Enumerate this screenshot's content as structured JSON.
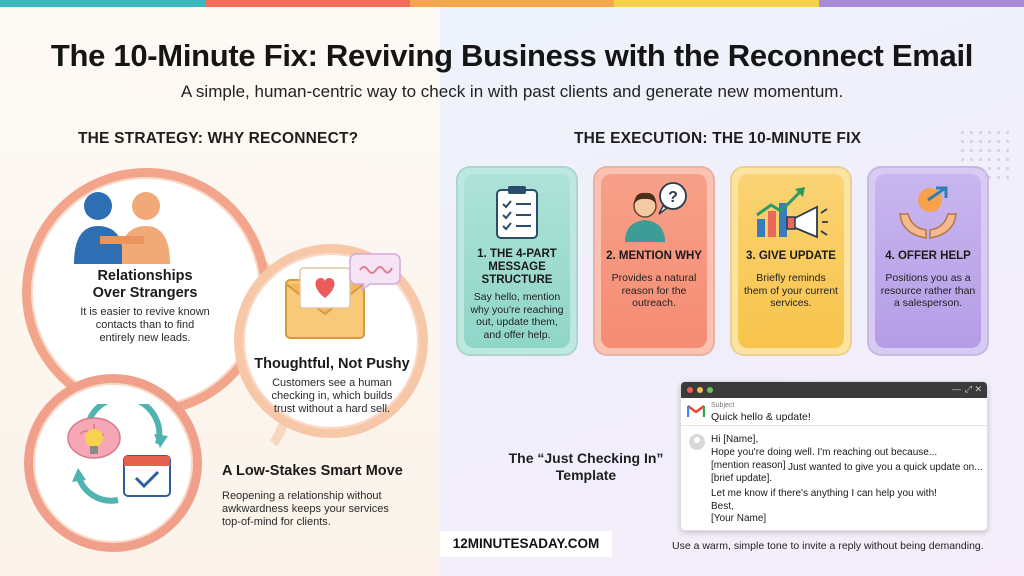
{
  "header": {
    "title": "The 10-Minute Fix: Reviving Business with the Reconnect Email",
    "subtitle": "A simple, human-centric way to check in with past clients and generate new momentum."
  },
  "colors": {
    "strip": [
      "#3cb6bd",
      "#f26b5b",
      "#f7a54f",
      "#f6cf4b",
      "#a98ad8"
    ],
    "teal": "#7fd0c4",
    "coral": "#f58a72",
    "yellow": "#f8c74f",
    "purple": "#b59ee6",
    "circle_border": "#f2a58a"
  },
  "strategy": {
    "heading": "THE STRATEGY: WHY RECONNECT?",
    "items": [
      {
        "title_line1": "Relationships",
        "title_line2": "Over Strangers",
        "desc_line1": "It is easier to revive known",
        "desc_line2": "contacts than to find",
        "desc_line3": "entirely new leads.",
        "icon": "handshake-people-icon"
      },
      {
        "title": "Thoughtful, Not Pushy",
        "desc_line1": "Customers see a human",
        "desc_line2": "checking in, which builds",
        "desc_line3": "trust without a hard sell.",
        "icon": "heart-envelope-icon"
      },
      {
        "title": "A Low-Stakes Smart Move",
        "desc_line1": "Reopening a relationship without",
        "desc_line2": "awkwardness keeps your services",
        "desc_line3": "top-of-mind for clients.",
        "icon": "brain-calendar-icon"
      }
    ]
  },
  "execution": {
    "heading": "THE EXECUTION: THE 10-MINUTE FIX",
    "cards": [
      {
        "title_line1": "1. THE 4-PART",
        "title_line2": "MESSAGE",
        "title_line3": "STRUCTURE",
        "desc_line1": "Say hello, mention",
        "desc_line2": "why you're reaching",
        "desc_line3": "out, update them,",
        "desc_line4": "and offer help.",
        "icon": "clipboard-checklist-icon"
      },
      {
        "title": "2. MENTION WHY",
        "desc_line1": "Provides a natural",
        "desc_line2": "reason for the",
        "desc_line3": "outreach.",
        "icon": "person-question-icon"
      },
      {
        "title": "3. GIVE UPDATE",
        "desc_line1": "Briefly reminds",
        "desc_line2": "them of your current",
        "desc_line3": "services.",
        "icon": "chart-megaphone-icon"
      },
      {
        "title": "4. OFFER HELP",
        "desc_line1": "Positions you as a",
        "desc_line2": "resource rather than",
        "desc_line3": "a salesperson.",
        "icon": "helping-hands-icon"
      }
    ]
  },
  "template": {
    "label_line1": "The “Just Checking In”",
    "label_line2": "Template",
    "email": {
      "subject_label": "Subject",
      "subject": "Quick hello & update!",
      "lines": [
        "Hi [Name],",
        "Hope you're doing well. I'm reaching out because...",
        "[mention reason]",
        "Just wanted to give you a quick update on...",
        "[brief update].",
        "Let me know if there's anything I can help you with!",
        "Best,",
        "[Your Name]"
      ]
    },
    "note": "Use a warm, simple tone to invite a reply without being demanding."
  },
  "brand": "12MINUTESADAY.COM"
}
